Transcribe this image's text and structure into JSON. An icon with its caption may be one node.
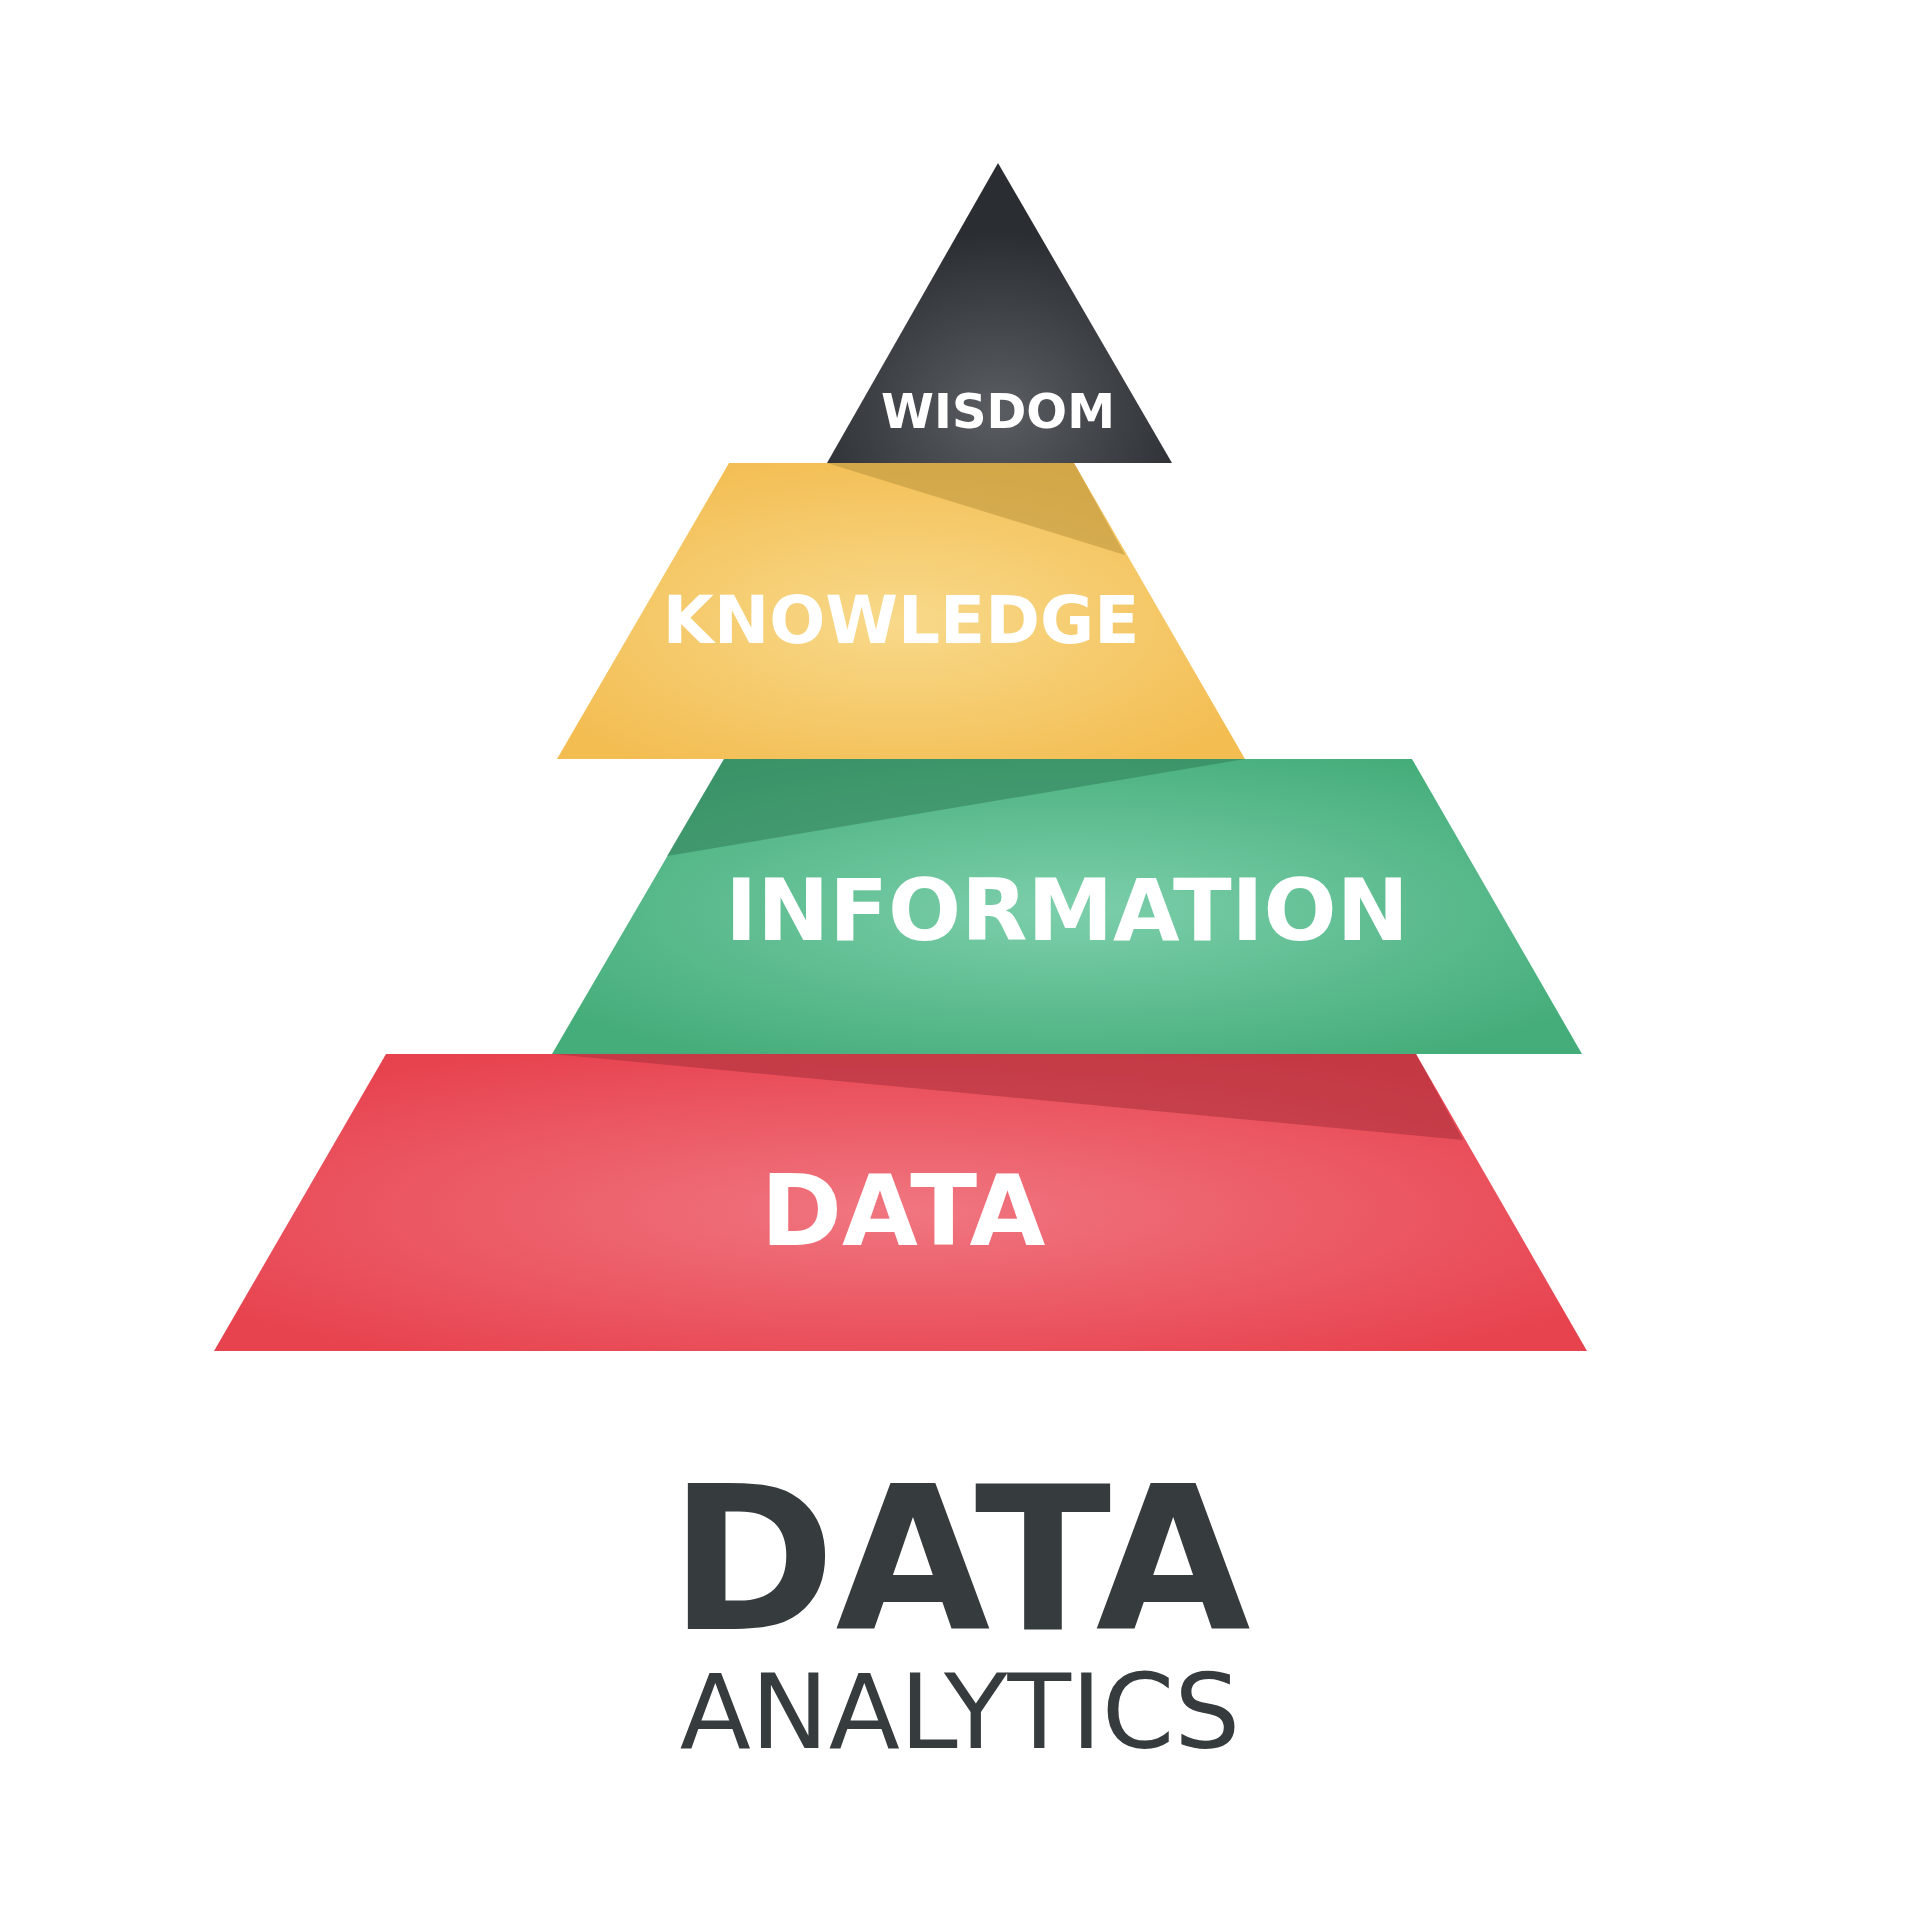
{
  "diagram": {
    "nodes": [
      {
        "text": [
          "WISDOM"
        ]
      },
      {
        "text": [
          "KNOWLEDGE"
        ]
      },
      {
        "text": [
          "INFORMATION"
        ]
      },
      {
        "text": [
          "DATA"
        ]
      }
    ],
    "labels": [
      "DATA",
      "ANALYTICS"
    ]
  }
}
